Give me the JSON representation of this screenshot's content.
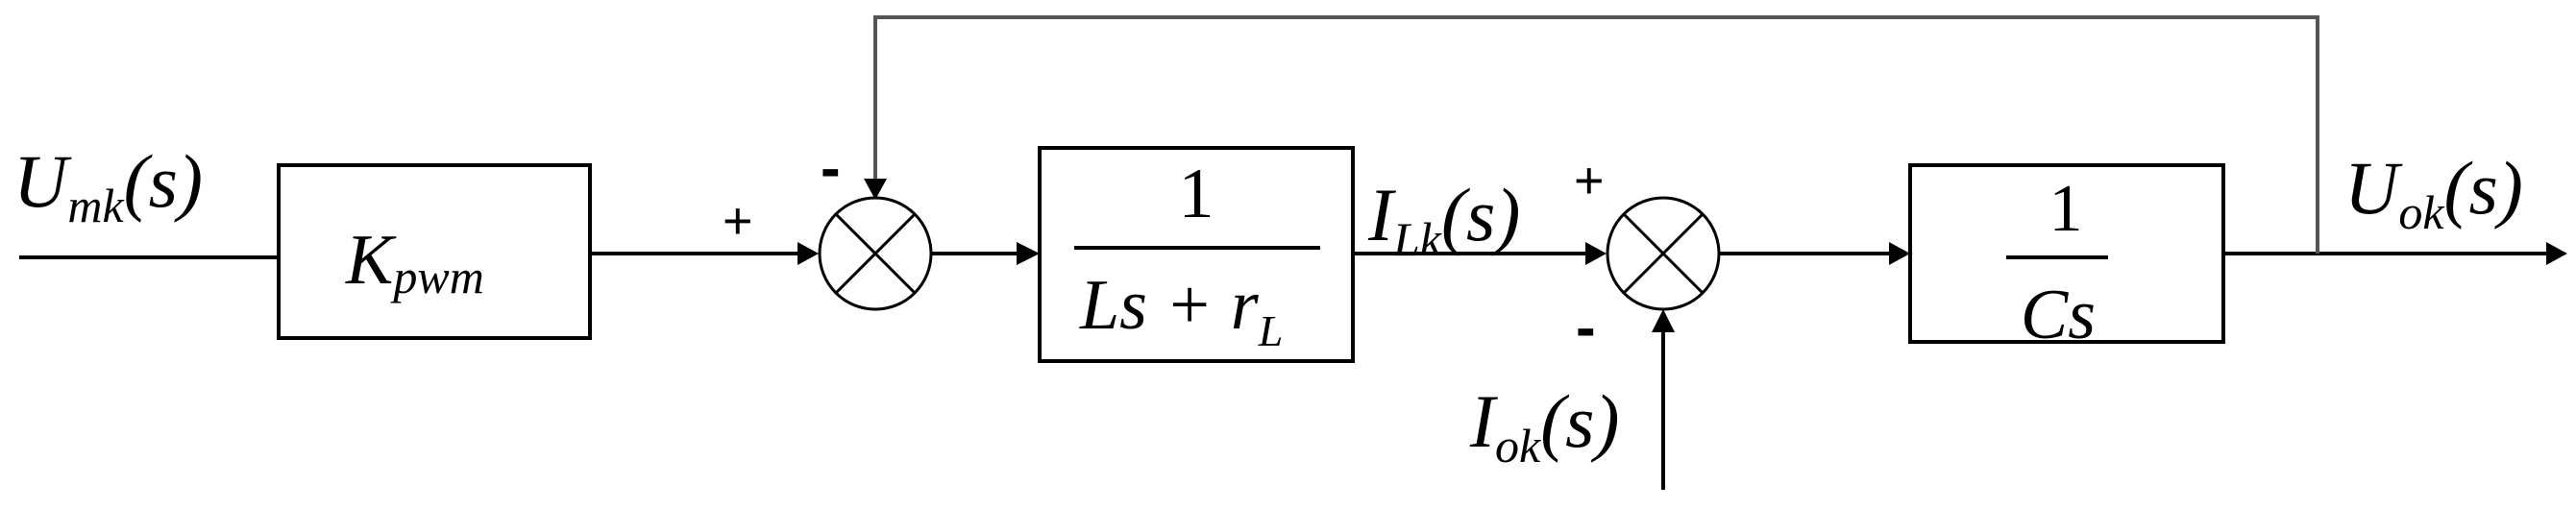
{
  "signals": {
    "input": {
      "base": "U",
      "sub": "mk",
      "arg": "(s)"
    },
    "inductor_current": {
      "base": "I",
      "sub": "Lk",
      "arg": "(s)"
    },
    "load_current": {
      "base": "I",
      "sub": "ok",
      "arg": "(s)"
    },
    "output": {
      "base": "U",
      "sub": "ok",
      "arg": "(s)"
    }
  },
  "blocks": {
    "gain": {
      "base": "K",
      "sub": "pwm"
    },
    "inductor": {
      "numerator": "1",
      "den_main": "Ls + r",
      "den_sub": "L"
    },
    "capacitor": {
      "numerator": "1",
      "denominator": "Cs"
    }
  },
  "sum_junctions": {
    "first": {
      "plus_sign": "+",
      "minus_sign": "-"
    },
    "second": {
      "plus_sign": "+",
      "minus_sign": "-"
    }
  },
  "colors": {
    "line": "#000000",
    "feedback_tap": "#555555",
    "background": "#ffffff"
  }
}
